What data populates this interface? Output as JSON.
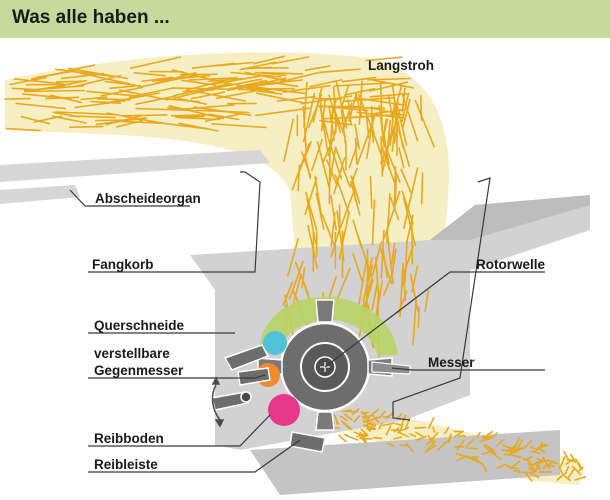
{
  "header": {
    "title": "Was alle haben ..."
  },
  "labels": {
    "langstroh": "Langstroh",
    "abscheideorgan": "Abscheideorgan",
    "fangkorb": "Fangkorb",
    "rotorwelle": "Rotorwelle",
    "querschneide": "Querschneide",
    "gegenmesser_line1": "verstellbare",
    "gegenmesser_line2": "Gegenmesser",
    "messer": "Messer",
    "reibboden": "Reibboden",
    "reibleiste": "Reibleiste"
  },
  "colors": {
    "banner": "#c7d99b",
    "straw": "#e8a91e",
    "straw_glow": "#f7efc4",
    "housing": "#cfcfcf",
    "housing_dark": "#9e9e9e",
    "rotor": "#6d6d6d",
    "green_arc": "#b7d466",
    "querschneide_disc": "#4fc3d9",
    "gegenmesser_disc": "#f08a2c",
    "reibboden_disc": "#e8388a"
  }
}
